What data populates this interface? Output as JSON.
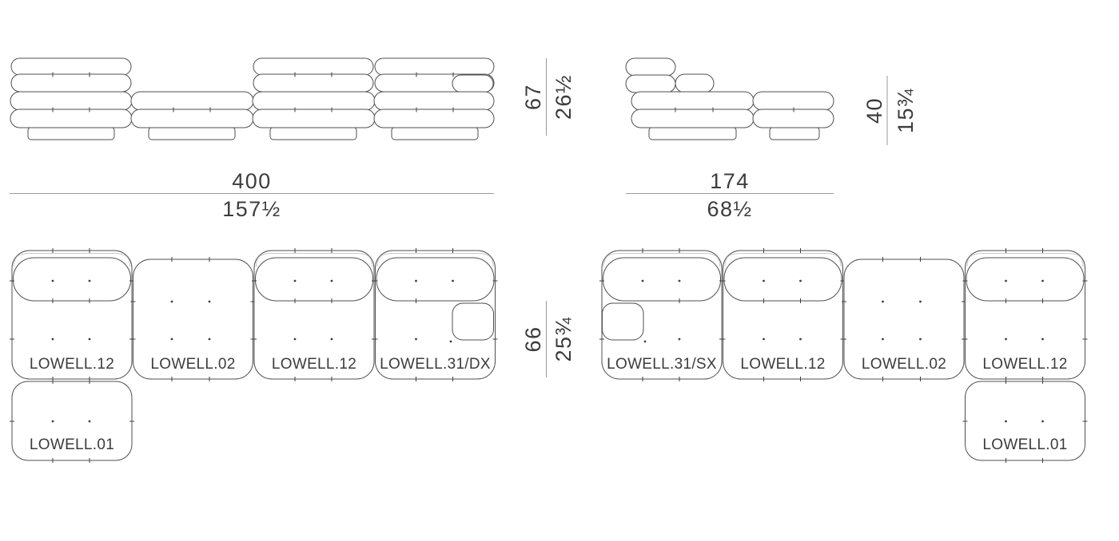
{
  "elevation_left": {
    "width_cm": "400",
    "width_in": "157½",
    "height_cm": "67",
    "height_in": "26½"
  },
  "elevation_right": {
    "width_cm": "174",
    "width_in": "68½",
    "height_cm": "40",
    "height_in": "15¾"
  },
  "plan_depth": {
    "cm": "66",
    "in": "25¾"
  },
  "plan_left": {
    "modules": [
      {
        "label": "LOWELL.12"
      },
      {
        "label": "LOWELL.02"
      },
      {
        "label": "LOWELL.12"
      },
      {
        "label": "LOWELL.31/DX"
      }
    ],
    "ottoman": {
      "label": "LOWELL.01"
    }
  },
  "plan_right": {
    "modules": [
      {
        "label": "LOWELL.31/SX"
      },
      {
        "label": "LOWELL.12"
      },
      {
        "label": "LOWELL.02"
      },
      {
        "label": "LOWELL.12"
      }
    ],
    "ottoman": {
      "label": "LOWELL.01"
    }
  },
  "colors": {
    "line": "#4f4f4f",
    "dim_line": "#9a9a9a",
    "text": "#3c3c3c"
  }
}
